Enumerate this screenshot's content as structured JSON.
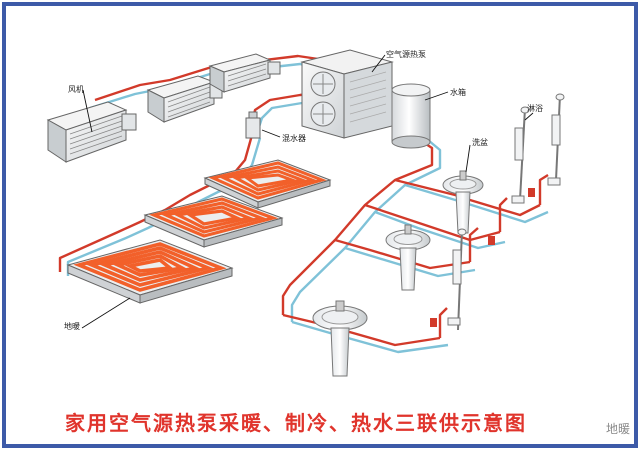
{
  "labels": {
    "fan_coil": "风机",
    "air_source_heat_pump": "空气源热泵",
    "water_tank": "水箱",
    "mixing_valve": "混水器",
    "shower": "淋浴",
    "washbasin": "洗盆",
    "floor_heating": "地暖"
  },
  "title": "家用空气源热泵采暖、制冷、热水三联供示意图",
  "watermark": "地暖",
  "colors": {
    "hot_pipe": "#d23a2a",
    "cold_pipe": "#7fc2d8",
    "coil": "#f2602a",
    "frame_border": "#3d5aa8",
    "title": "#e0342c"
  }
}
